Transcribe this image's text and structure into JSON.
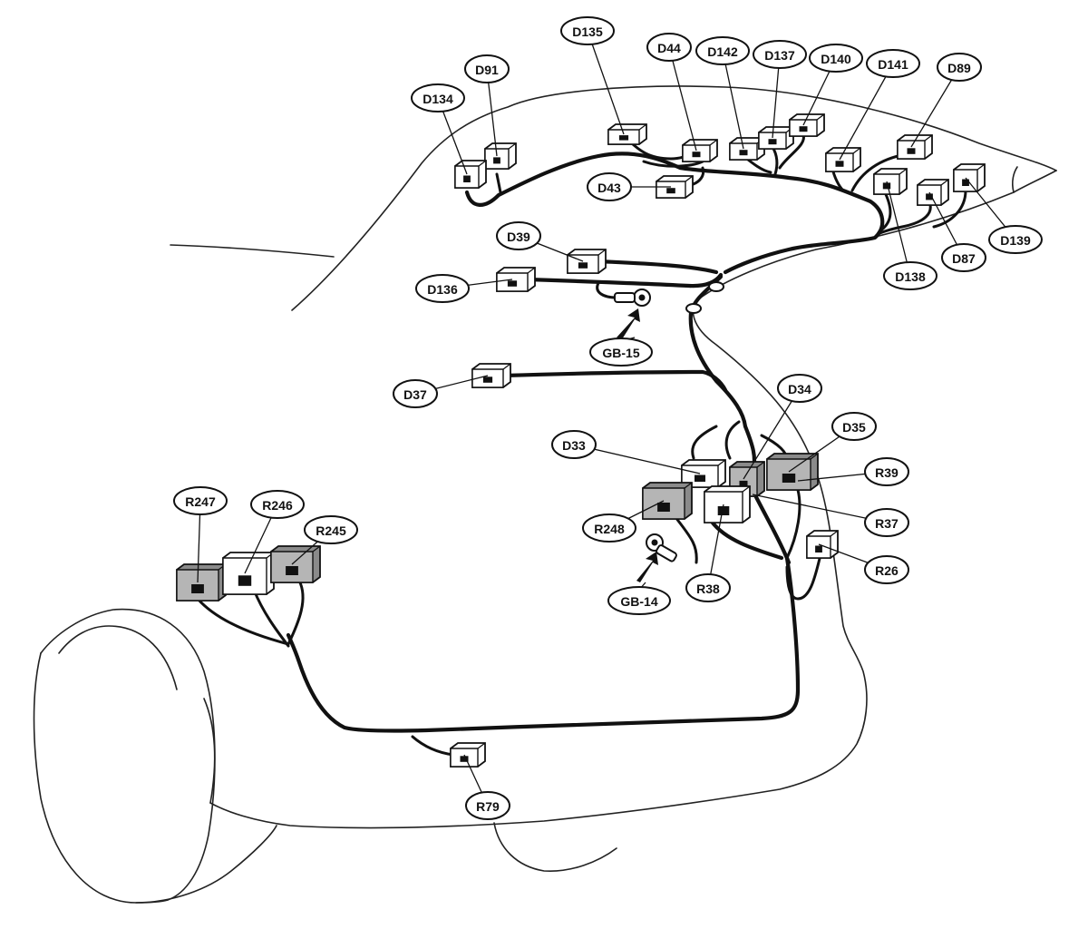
{
  "connectors": [
    {
      "id": "D91"
    },
    {
      "id": "D134"
    },
    {
      "id": "D135"
    },
    {
      "id": "D44"
    },
    {
      "id": "D142"
    },
    {
      "id": "D137"
    },
    {
      "id": "D140"
    },
    {
      "id": "D141"
    },
    {
      "id": "D89"
    },
    {
      "id": "D43"
    },
    {
      "id": "D139"
    },
    {
      "id": "D87"
    },
    {
      "id": "D138"
    },
    {
      "id": "D39"
    },
    {
      "id": "D136"
    },
    {
      "id": "D37"
    },
    {
      "id": "D34"
    },
    {
      "id": "D35"
    },
    {
      "id": "D33"
    },
    {
      "id": "R39"
    },
    {
      "id": "R37"
    },
    {
      "id": "R248"
    },
    {
      "id": "R26"
    },
    {
      "id": "R38"
    },
    {
      "id": "R247"
    },
    {
      "id": "R246"
    },
    {
      "id": "R245"
    },
    {
      "id": "R79"
    }
  ],
  "grounds": [
    {
      "id": "GB-15"
    },
    {
      "id": "GB-14"
    }
  ]
}
